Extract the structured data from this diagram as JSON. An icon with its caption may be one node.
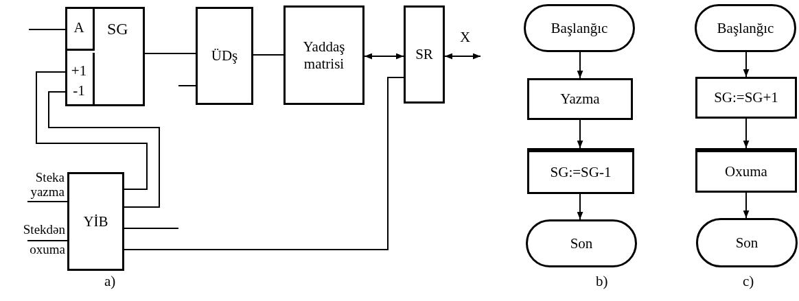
{
  "diagram": {
    "nodes": [
      {
        "text": [
          "SG"
        ]
      },
      {
        "text": [
          "A"
        ],
        "in": 0
      },
      {
        "text": [
          "+1",
          "-1"
        ],
        "in": 0
      },
      {
        "text": [
          "ÜDş"
        ]
      },
      {
        "text": [
          "Yaddaş matrisi"
        ]
      },
      {
        "text": [
          "SR"
        ]
      },
      {
        "text": [
          "YİB"
        ]
      },
      {
        "text": [
          "Steka yazma"
        ]
      },
      {
        "text": [
          "Stekdən oxuma"
        ]
      },
      {
        "text": [
          "Başlanğıc"
        ]
      },
      {
        "text": [
          "Yazma"
        ]
      },
      {
        "text": [
          "SG:=SG-1"
        ]
      },
      {
        "text": [
          "Son"
        ]
      },
      {
        "text": [
          "Başlanğıc"
        ]
      },
      {
        "text": [
          "SG:=SG+1"
        ]
      },
      {
        "text": [
          "Oxuma"
        ]
      },
      {
        "text": [
          "Son"
        ]
      }
    ],
    "edges": [
      {
        "from": null,
        "to": 1,
        "arrow": "none"
      },
      {
        "from": 0,
        "to": 3,
        "arrow": "none"
      },
      {
        "from": null,
        "to": 3,
        "arrow": "none"
      },
      {
        "from": 3,
        "to": 4,
        "arrow": "none"
      },
      {
        "from": 4,
        "to": 5,
        "arrow": "both"
      },
      {
        "from": 5,
        "to": null,
        "arrow": "both",
        "label": "X"
      },
      {
        "from": 6,
        "to": 2,
        "arrow": "none"
      },
      {
        "from": 6,
        "to": 2,
        "arrow": "none"
      },
      {
        "from": 6,
        "to": null,
        "arrow": "none"
      },
      {
        "from": 6,
        "to": 5,
        "arrow": "none"
      },
      {
        "from": 7,
        "to": 6,
        "arrow": "none"
      },
      {
        "from": 8,
        "to": 6,
        "arrow": "none"
      },
      {
        "from": 9,
        "to": 10,
        "arrow": "to"
      },
      {
        "from": 10,
        "to": 11,
        "arrow": "to"
      },
      {
        "from": 11,
        "to": 12,
        "arrow": "to"
      },
      {
        "from": 13,
        "to": 14,
        "arrow": "to"
      },
      {
        "from": 14,
        "to": 15,
        "arrow": "to"
      },
      {
        "from": 15,
        "to": 16,
        "arrow": "to"
      }
    ],
    "labels": [
      "a)",
      "b)",
      "c)"
    ]
  }
}
